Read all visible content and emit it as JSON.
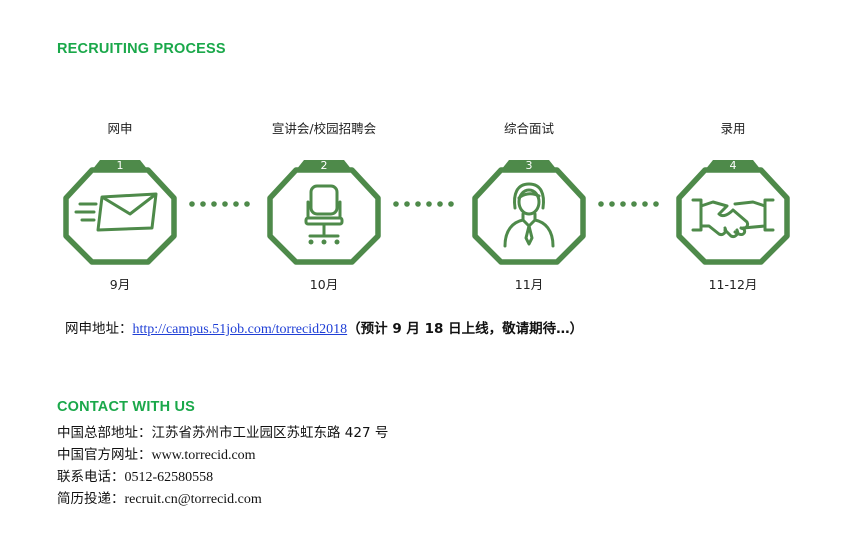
{
  "recruiting": {
    "title": "RECRUITING PROCESS",
    "steps": [
      {
        "label": "网申",
        "number": "1",
        "date": "9月",
        "icon": "envelope-icon"
      },
      {
        "label": "宣讲会/校园招聘会",
        "number": "2",
        "date": "10月",
        "icon": "office-chair-icon"
      },
      {
        "label": "综合面试",
        "number": "3",
        "date": "11月",
        "icon": "interviewer-icon"
      },
      {
        "label": "录用",
        "number": "4",
        "date": "11-12月",
        "icon": "handshake-icon"
      }
    ],
    "url_label": "网申地址：",
    "url": "http://campus.51job.com/torrecid2018",
    "url_note": "（预计 9 月 18 日上线，敬请期待…）"
  },
  "contact": {
    "title": "CONTACT WITH US",
    "lines": [
      {
        "label": "中国总部地址：",
        "value": "江苏省苏州市工业园区苏虹东路 427 号"
      },
      {
        "label": "中国官方网址：",
        "value": "www.torrecid.com"
      },
      {
        "label": "联系电话：",
        "value": "0512-62580558"
      },
      {
        "label": "简历投递：",
        "value": "recruit.cn@torrecid.com"
      }
    ]
  },
  "colors": {
    "accent": "#1aa84a",
    "icon_green": "#4e8a4a",
    "link": "#1f3fd6"
  }
}
